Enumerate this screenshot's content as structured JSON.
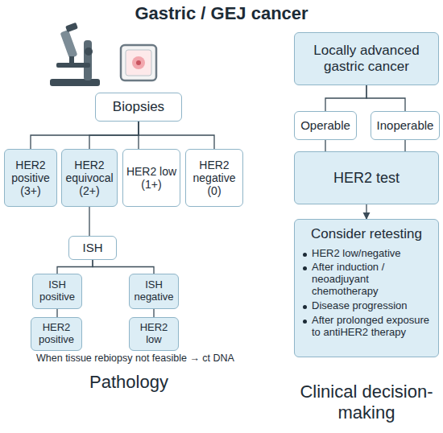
{
  "diagram": {
    "title": "Gastric / GEJ cancer",
    "nodes": [
      {
        "text": [
          "Biopsies"
        ]
      },
      {
        "text": [
          "HER2 positive (3+)"
        ]
      },
      {
        "text": [
          "HER2 equivocal (2+)"
        ]
      },
      {
        "text": [
          "HER2 low (1+)"
        ]
      },
      {
        "text": [
          "HER2 negative (0)"
        ]
      },
      {
        "text": [
          "ISH"
        ]
      },
      {
        "text": [
          "ISH positive"
        ]
      },
      {
        "text": [
          "ISH negative"
        ]
      },
      {
        "text": [
          "HER2 positive"
        ]
      },
      {
        "text": [
          "HER2 low"
        ]
      },
      {
        "text": [
          "Locally advanced gastric cancer"
        ]
      },
      {
        "text": [
          "Operable"
        ]
      },
      {
        "text": [
          "Inoperable"
        ]
      },
      {
        "text": [
          "HER2 test"
        ]
      },
      {
        "text": [
          "Consider retesting",
          "HER2 low/negative",
          "After induction / neoadjuyant chemotherapy",
          "Disease progression",
          "After prolonged exposure to antiHER2 therapy"
        ]
      }
    ],
    "edges": [
      {
        "from": 0,
        "to": 1,
        "arrow": "none"
      },
      {
        "from": 0,
        "to": 2,
        "arrow": "none"
      },
      {
        "from": 0,
        "to": 3,
        "arrow": "none"
      },
      {
        "from": 0,
        "to": 4,
        "arrow": "none"
      },
      {
        "from": 2,
        "to": 5,
        "arrow": "none"
      },
      {
        "from": 5,
        "to": 6,
        "arrow": "none"
      },
      {
        "from": 5,
        "to": 7,
        "arrow": "none"
      },
      {
        "from": 6,
        "to": 8,
        "arrow": "none"
      },
      {
        "from": 7,
        "to": 9,
        "arrow": "none"
      },
      {
        "from": 10,
        "to": 11,
        "arrow": "none"
      },
      {
        "from": 10,
        "to": 12,
        "arrow": "none"
      },
      {
        "from": 11,
        "to": 13,
        "arrow": "none"
      },
      {
        "from": 12,
        "to": 13,
        "arrow": "none"
      },
      {
        "from": 13,
        "to": 14,
        "arrow": "to"
      }
    ],
    "labels": [
      "When tissue rebiopsy not feasible → ct DNA",
      "Pathology",
      "Clinical decision-making"
    ]
  }
}
